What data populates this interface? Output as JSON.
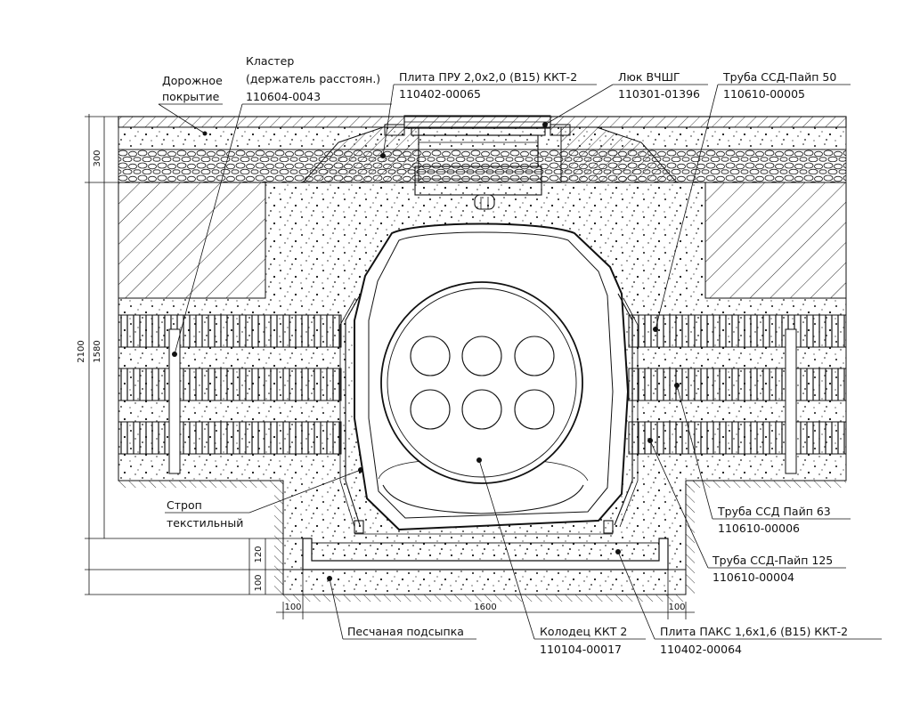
{
  "title": "",
  "labels": {
    "road": [
      "Дорожное",
      "покрытие"
    ],
    "cluster": [
      "Кластер",
      "(держатель расстоян.)",
      "110604-0043"
    ],
    "plate_pru": [
      "Плита ПРУ 2,0x2,0 (B15) ККТ-2",
      "110402-00065"
    ],
    "hatch": [
      "Люк ВЧШГ",
      "110301-01396"
    ],
    "pipe50": [
      "Труба ССД-Пайп 50",
      "110610-00005"
    ],
    "sling": [
      "Строп",
      "текстильный"
    ],
    "pipe63": [
      "Труба ССД Пайп 63",
      "110610-00006"
    ],
    "pipe125": [
      "Труба ССД-Пайп 125",
      "110610-00004"
    ],
    "sand": [
      "Песчаная подсыпка"
    ],
    "well": [
      "Колодец ККТ 2",
      "110104-00017"
    ],
    "plate_paks": [
      "Плита ПАКС 1,6x1,6 (B15) ККТ-2",
      "110402-00064"
    ]
  },
  "dimensions": {
    "d300": "300",
    "d2100": "2100",
    "d1580": "1580",
    "d120": "120",
    "d100v": "100",
    "d100l": "100",
    "d1600": "1600",
    "d100r": "100"
  },
  "colors": {
    "line": "#111111",
    "background": "#ffffff"
  }
}
